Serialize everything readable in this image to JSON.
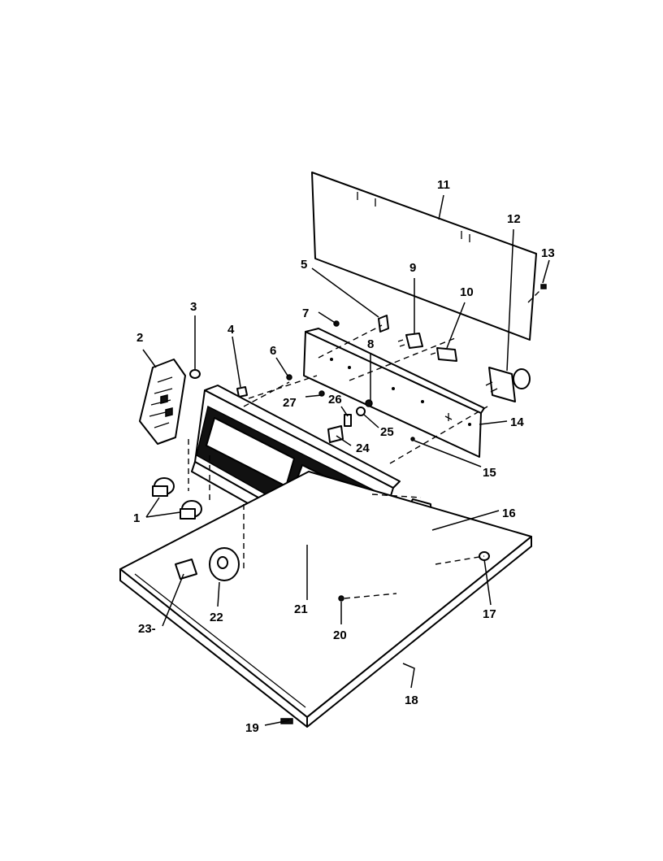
{
  "callouts": [
    {
      "id": "1",
      "text": "1"
    },
    {
      "id": "2",
      "text": "2"
    },
    {
      "id": "3",
      "text": "3"
    },
    {
      "id": "4",
      "text": "4"
    },
    {
      "id": "5",
      "text": "5"
    },
    {
      "id": "6",
      "text": "6"
    },
    {
      "id": "7",
      "text": "7"
    },
    {
      "id": "8",
      "text": "8"
    },
    {
      "id": "9",
      "text": "9"
    },
    {
      "id": "10",
      "text": "10"
    },
    {
      "id": "11",
      "text": "11"
    },
    {
      "id": "12",
      "text": "12"
    },
    {
      "id": "13",
      "text": "13"
    },
    {
      "id": "14",
      "text": "14"
    },
    {
      "id": "15",
      "text": "15"
    },
    {
      "id": "16",
      "text": "16"
    },
    {
      "id": "17",
      "text": "17"
    },
    {
      "id": "18",
      "text": "18"
    },
    {
      "id": "19",
      "text": "19"
    },
    {
      "id": "20",
      "text": "20"
    },
    {
      "id": "21",
      "text": "21"
    },
    {
      "id": "22",
      "text": "22"
    },
    {
      "id": "23",
      "text": "23-"
    },
    {
      "id": "24",
      "text": "24"
    },
    {
      "id": "25",
      "text": "25"
    },
    {
      "id": "26",
      "text": "26"
    },
    {
      "id": "27",
      "text": "27"
    }
  ]
}
